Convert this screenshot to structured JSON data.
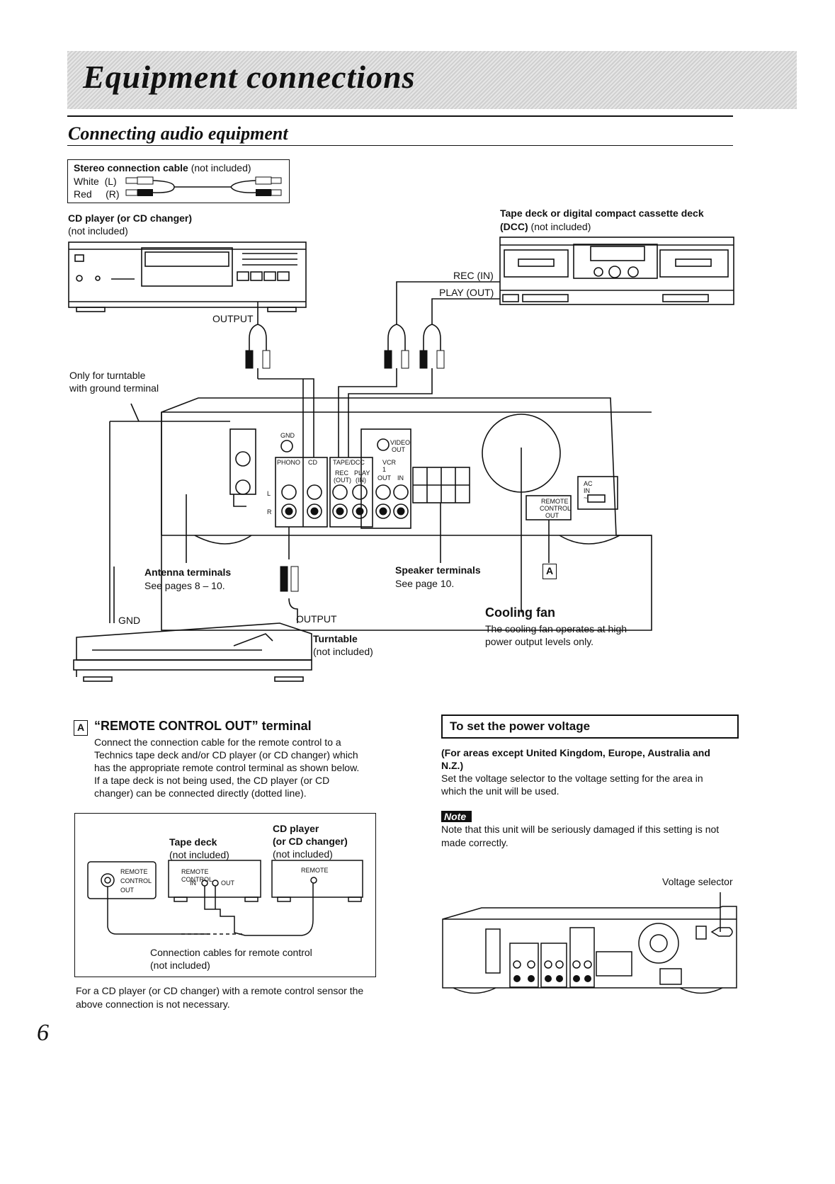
{
  "banner": {
    "title": "Equipment connections"
  },
  "section": {
    "title": "Connecting audio equipment"
  },
  "cable_legend": {
    "title_bold": "Stereo connection cable",
    "title_note": "(not included)",
    "white": "White  (L)",
    "red": "Red     (R)"
  },
  "cd_player": {
    "label": "CD player (or CD changer)",
    "note": "(not included)",
    "output": "OUTPUT"
  },
  "tape_deck": {
    "label": "Tape deck or digital compact cassette deck",
    "label2_bold": "(DCC)",
    "label2_note": "(not included)",
    "rec_in": "REC (IN)",
    "play_out": "PLAY (OUT)"
  },
  "ground_note": {
    "line1": "Only for turntable",
    "line2": "with ground terminal"
  },
  "amp_panel": {
    "gnd": "GND",
    "phono": "PHONO",
    "cd": "CD",
    "tape_dcc": "TAPE/DCC",
    "vcr1": "VCR 1",
    "rec_out": "REC",
    "rec_out2": "(OUT)",
    "play_in": "PLAY",
    "play_in2": "(IN)",
    "video_out": "VIDEO",
    "video_out2": "OUT",
    "out": "OUT",
    "in": "IN",
    "remote": "REMOTE",
    "control": "CONTROL",
    "out_r": "OUT",
    "ac_in": "AC IN ~",
    "l": "L",
    "r": "R"
  },
  "antenna": {
    "title": "Antenna terminals",
    "note": "See pages 8 – 10."
  },
  "speaker": {
    "title": "Speaker terminals",
    "note": "See page 10."
  },
  "box_a_marker": "A",
  "cooling_fan": {
    "title": "Cooling fan",
    "line1": "The cooling fan operates at high",
    "line2": "power output levels only."
  },
  "turntable": {
    "gnd": "GND",
    "output": "OUTPUT",
    "label": "Turntable",
    "note": "(not included)"
  },
  "remote_section": {
    "marker": "A",
    "title": "“REMOTE CONTROL OUT” terminal",
    "line1": "Connect the connection cable for the remote control to a",
    "line2": "Technics tape deck and/or CD player (or CD changer) which",
    "line3": "has the appropriate remote control terminal as shown below.",
    "line4": "If a tape deck is not being used, the CD player (or CD",
    "line5": "changer) can be connected directly (dotted line)."
  },
  "remote_diagram": {
    "tape_label": "Tape deck",
    "tape_note": "(not included)",
    "cd_label1": "CD player",
    "cd_label2": "(or CD changer)",
    "cd_note": "(not included)",
    "remote_out1": "REMOTE",
    "remote_out2": "CONTROL",
    "remote_out3": "OUT",
    "tape_terminal": "REMOTE CONTROL",
    "tape_in": "IN",
    "tape_out": "OUT",
    "cd_terminal": "REMOTE",
    "cables1": "Connection cables for remote control",
    "cables2": "(not included)"
  },
  "remote_footnote": {
    "line1": "For a CD player (or CD changer) with a remote control sensor the",
    "line2": "above connection is not necessary."
  },
  "voltage": {
    "title": "To set the power voltage",
    "areas1": "(For areas except United Kingdom, Europe, Australia and",
    "areas2": "N.Z.)",
    "line1": "Set the voltage selector to the voltage setting for the area in",
    "line2": "which the unit will be used.",
    "note_tag": "Note",
    "note1": "Note that this unit will be seriously damaged if this setting is not",
    "note2": "made correctly.",
    "selector_label": "Voltage selector"
  },
  "page_number": "6"
}
